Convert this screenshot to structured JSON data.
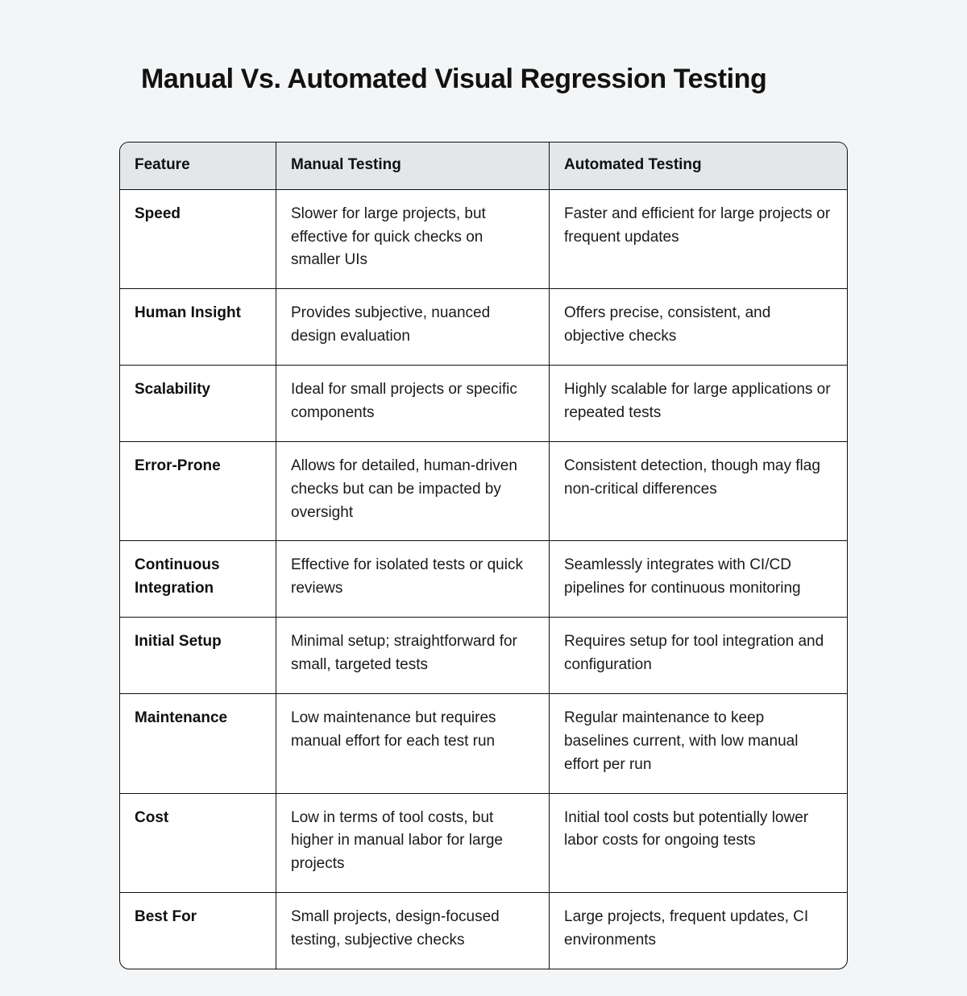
{
  "page": {
    "title": "Manual Vs. Automated Visual Regression Testing",
    "background_color": "#f4f5f7"
  },
  "table": {
    "header_background": "#e4e7ea",
    "border_color": "#0f0f0f",
    "columns": [
      {
        "key": "feature",
        "label": "Feature"
      },
      {
        "key": "manual",
        "label": "Manual Testing"
      },
      {
        "key": "automated",
        "label": "Automated Testing"
      }
    ],
    "rows": [
      {
        "feature": "Speed",
        "manual": "Slower for large projects, but effective for quick checks on smaller UIs",
        "automated": "Faster and efficient for large projects or frequent updates"
      },
      {
        "feature": "Human Insight",
        "manual": "Provides subjective, nuanced design evaluation",
        "automated": "Offers precise, consistent, and objective checks"
      },
      {
        "feature": "Scalability",
        "manual": "Ideal for small projects or specific components",
        "automated": "Highly scalable for large applications or repeated tests"
      },
      {
        "feature": "Error-Prone",
        "manual": "Allows for detailed, human-driven checks but can be impacted by oversight",
        "automated": "Consistent detection, though may flag non-critical differences"
      },
      {
        "feature": "Continuous Integration",
        "manual": "Effective for isolated tests or quick reviews",
        "automated": "Seamlessly integrates with CI/CD pipelines for continuous monitoring"
      },
      {
        "feature": "Initial Setup",
        "manual": "Minimal setup; straightforward for small, targeted tests",
        "automated": "Requires setup for tool integration and configuration"
      },
      {
        "feature": "Maintenance",
        "manual": "Low maintenance but requires manual effort for each test run",
        "automated": "Regular maintenance to keep baselines current, with low manual effort per run"
      },
      {
        "feature": "Cost",
        "manual": "Low in terms of tool costs, but higher in manual labor for large projects",
        "automated": "Initial tool costs but potentially lower labor costs for ongoing tests"
      },
      {
        "feature": "Best For",
        "manual": "Small projects, design-focused testing, subjective checks",
        "automated": "Large projects, frequent updates, CI environments"
      }
    ]
  }
}
